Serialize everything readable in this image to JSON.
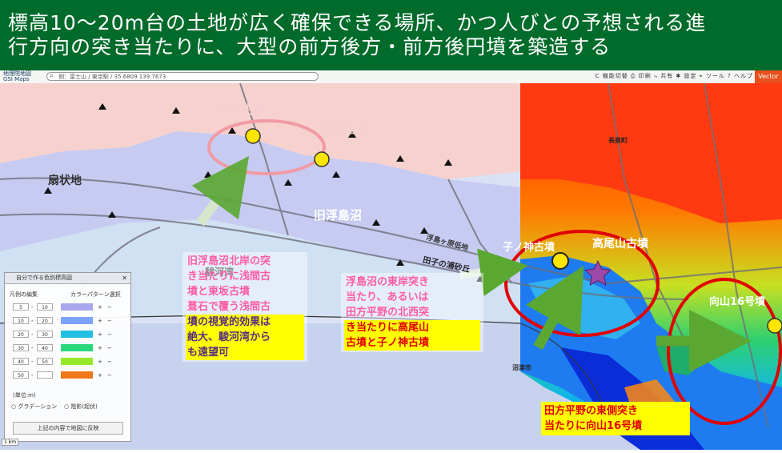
{
  "title": {
    "line1": "標高10〜20m台の土地が広く確保できる場所、かつ人びとの予想される進",
    "line2": "行方向の突き当たりに、大型の前方後方・前方後円墳を築造する"
  },
  "toolbar": {
    "logo_line1": "地理院地図",
    "logo_line2": "GSI Maps",
    "search_placeholder": "例：富士山 / 東京駅 / 35.6809 139.7673",
    "right_items": "C 機能切替  ⎙ 印刷  ⤷ 共有  ✱ 設定  ⌖ ツール  ? ヘルプ",
    "brand": "Vector"
  },
  "map_labels": {
    "tousaka_kofun": "東坂古墳",
    "sengen_kofun": "浅間古墳",
    "senjouchi": "扇状地",
    "kyu_ukishimanuma": "旧浮島沼",
    "nenogami_kofun": "子ノ神古墳",
    "takaoyama_kofun": "高尾山古墳",
    "mukaiyama_kofun": "向山16号墳",
    "suruga_wan": "駿河湾",
    "numazu": "沼津市",
    "nagaizumi": "長泉町",
    "ukishimagahara": "浮島ヶ原低地",
    "tagonoura": "田子の浦砂丘"
  },
  "notes": {
    "north_shore": {
      "lines": [
        "旧浮島沼北岸の突",
        "き当たりに浅間古",
        "墳と東坂古墳",
        "葺石で覆う浅間古",
        "墳の視覚的効果は",
        "絶大、駿河湾から",
        "も遠望可"
      ]
    },
    "east_shore": {
      "lines": [
        "浮島沼の東岸突き",
        "当たり、あるいは",
        "田方平野の北西突",
        "き当たりに高尾山",
        "古墳と子ノ神古墳"
      ]
    },
    "tagata": {
      "lines": [
        "田方平野の東側突き",
        "当たりに向山16号墳"
      ]
    }
  },
  "legend_panel": {
    "title": "自分で作る色別標高図",
    "mode_label": "凡例の編集",
    "palette_label": "カラーパターン選択",
    "rows": [
      {
        "from": "5",
        "to": "10",
        "color": "#a9a8ee"
      },
      {
        "from": "10",
        "to": "20",
        "color": "#7da3ff"
      },
      {
        "from": "20",
        "to": "30",
        "color": "#22c0e0"
      },
      {
        "from": "30",
        "to": "40",
        "color": "#27d87c"
      },
      {
        "from": "40",
        "to": "50",
        "color": "#96e82a"
      },
      {
        "from": "50",
        "to": "",
        "color": "#f07818"
      }
    ],
    "unit": "(単位:m)",
    "option_gradation": "グラデーション",
    "option_shade": "陰影(起伏)",
    "apply_button": "上記の内容で地図に反映"
  },
  "scale_text": "1 km",
  "colors": {
    "title_bg": "#006b2a",
    "note_bg": "#ffff00",
    "note_pink": "#ff5ca8",
    "note_dark": "#5a2d82",
    "note_red": "#e00000",
    "ellipse_pink": "#f09aa0",
    "ellipse_red": "#e00000",
    "arrow_green": "#5aa832"
  }
}
